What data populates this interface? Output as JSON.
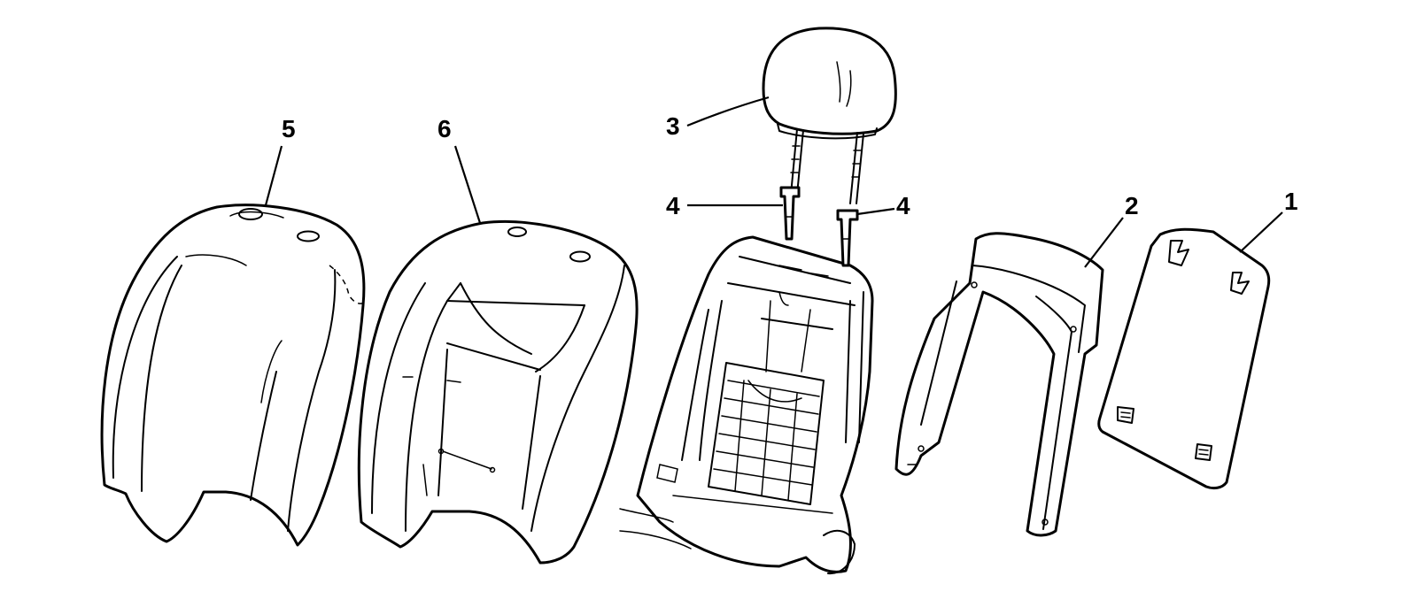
{
  "callouts": {
    "c1": "1",
    "c2": "2",
    "c3": "3",
    "c4a": "4",
    "c4b": "4",
    "c5": "5",
    "c6": "6"
  },
  "colors": {
    "line": "#000000",
    "background": "#ffffff"
  }
}
